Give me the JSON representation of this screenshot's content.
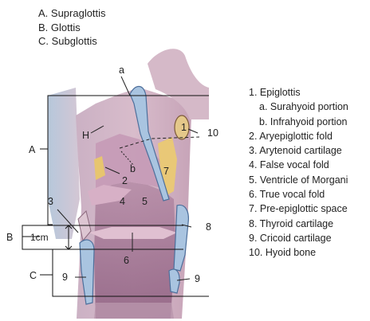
{
  "regions": {
    "a": "A. Supraglottis",
    "b": "B. Glottis",
    "c": "C. Subglottis"
  },
  "legend": [
    {
      "text": "1. Epiglottis",
      "sub": false
    },
    {
      "text": "a. Surahyoid portion",
      "sub": true
    },
    {
      "text": "b. Infrahyoid portion",
      "sub": true
    },
    {
      "text": "2. Aryepiglottic fold",
      "sub": false
    },
    {
      "text": "3. Arytenoid cartilage",
      "sub": false
    },
    {
      "text": "4. False vocal fold",
      "sub": false
    },
    {
      "text": "5. Ventricle of Morgani",
      "sub": false
    },
    {
      "text": "6. True vocal fold",
      "sub": false
    },
    {
      "text": "7. Pre-epiglottic space",
      "sub": false
    },
    {
      "text": "8. Thyroid cartilage",
      "sub": false
    },
    {
      "text": "9. Cricoid cartilage",
      "sub": false
    },
    {
      "text": "10. Hyoid bone",
      "sub": false
    }
  ],
  "labels": {
    "a_lower": "a",
    "b_lower": "b",
    "H": "H",
    "n1": "1",
    "n2": "2",
    "n3": "3",
    "n4": "4",
    "n5": "5",
    "n6": "6",
    "n7": "7",
    "n8": "8",
    "n9_left": "9",
    "n9_right": "9",
    "n10": "10",
    "A": "A",
    "B": "B",
    "C": "C",
    "cm": "1cm"
  },
  "colors": {
    "tissue": "#c9a7b9",
    "mucosa": "#b78aa6",
    "cartilage": "#a9c4e0",
    "cartilage_edge": "#4d6f9b",
    "fat": "#e9c877",
    "lumen": "#9c6f8e",
    "skin": "#e8d7dc"
  }
}
